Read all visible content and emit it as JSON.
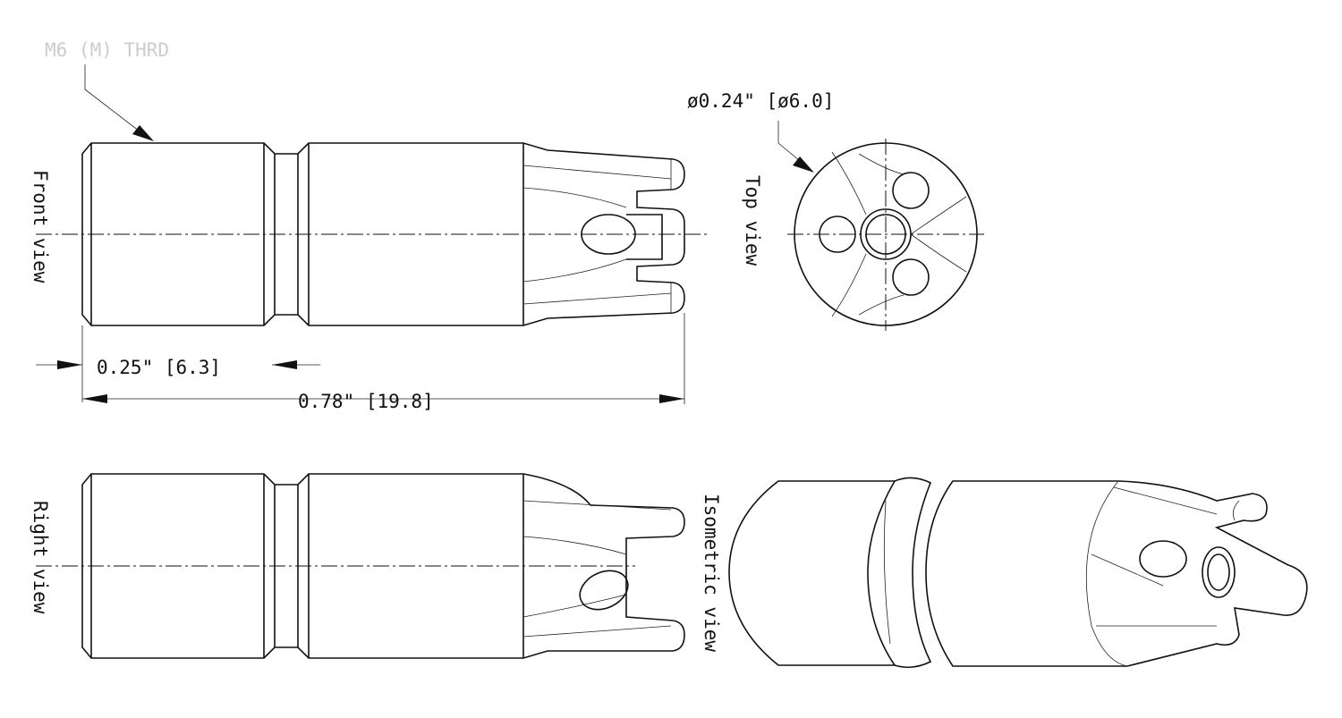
{
  "thread_note": "M6 (M) THRD",
  "diameter_dim": "ø0.24\" [ø6.0]",
  "dim_short": "0.25\" [6.3]",
  "dim_overall": "0.78\" [19.8]",
  "views": {
    "front": "Front view",
    "top": "Top view",
    "right": "Right view",
    "isometric": "Isometric view"
  }
}
